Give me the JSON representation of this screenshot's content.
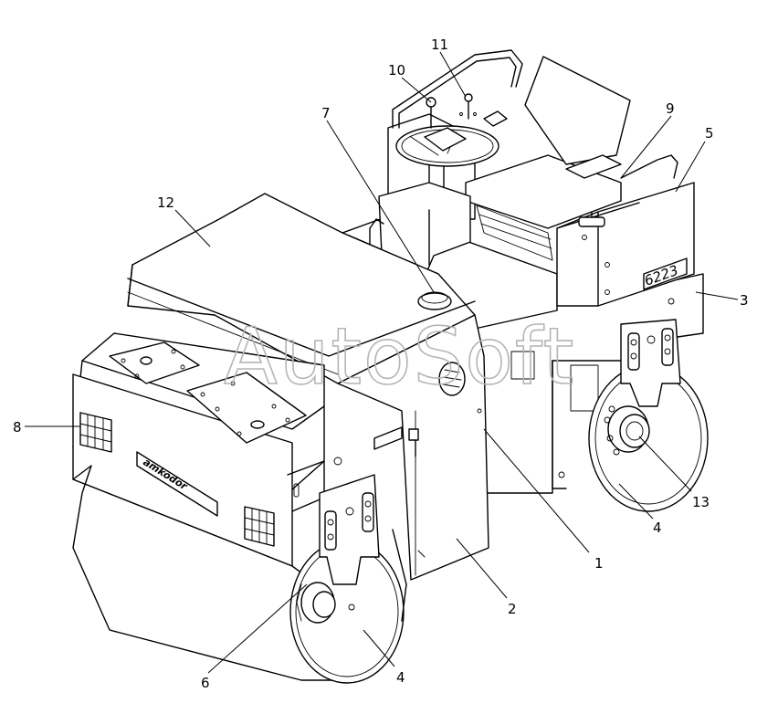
{
  "watermark": "AutoSoft",
  "brand_label": "amkodor",
  "model_label": "6223",
  "callouts": [
    "1",
    "2",
    "3",
    "4",
    "4",
    "5",
    "6",
    "7",
    "8",
    "9",
    "10",
    "11",
    "12",
    "13"
  ]
}
